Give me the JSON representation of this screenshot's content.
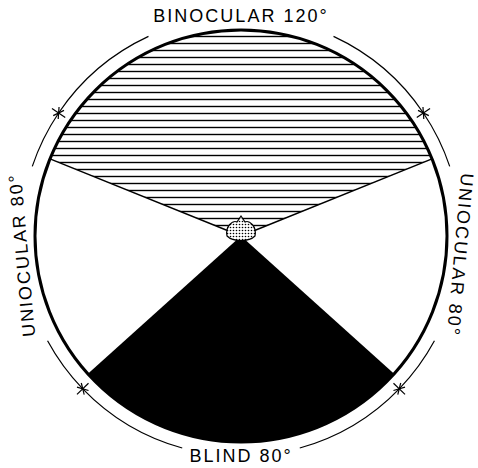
{
  "diagram": {
    "labels": [
      "BINOCULAR 120°",
      "UNIOCULAR 80°",
      "UNIOCULAR 80°",
      "BLIND 80°"
    ]
  }
}
